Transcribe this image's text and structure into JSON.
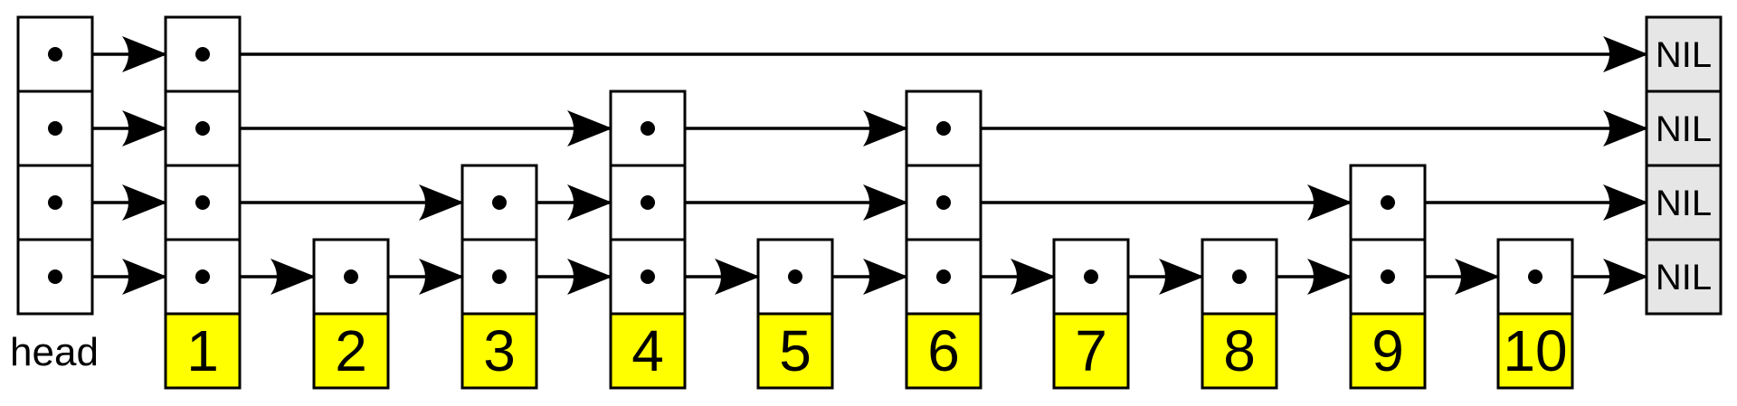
{
  "head_label": "head",
  "nil_label": "NIL",
  "keys": [
    "1",
    "2",
    "3",
    "4",
    "5",
    "6",
    "7",
    "8",
    "9",
    "10"
  ],
  "node_heights": [
    4,
    1,
    2,
    3,
    1,
    3,
    1,
    1,
    2,
    1
  ],
  "colors": {
    "key_fill": "#ffff00",
    "nil_fill": "#e6e6e6",
    "stroke": "#000000",
    "background": "#ffffff"
  }
}
